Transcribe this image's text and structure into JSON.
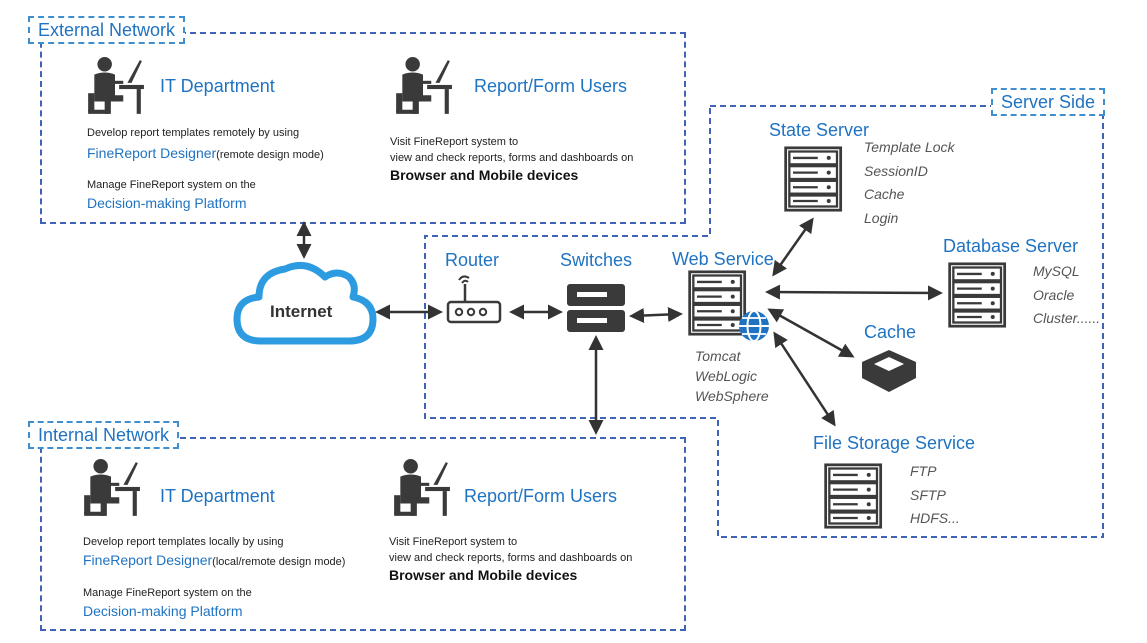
{
  "external_network": {
    "tag": "External Network",
    "it_department": {
      "title": "IT Department",
      "line1": "Develop report templates remotely by using",
      "designer_link": "FineReport Designer",
      "designer_suffix": "(remote design mode)",
      "line2": "Manage FineReport system on the",
      "platform_link": "Decision-making Platform"
    },
    "users": {
      "title": "Report/Form Users",
      "line1": "Visit FineReport system to",
      "line2": "view and check reports, forms and dashboards on",
      "line3": "Browser and Mobile devices"
    }
  },
  "internal_network": {
    "tag": "Internal Network",
    "it_department": {
      "title": "IT Department",
      "line1": "Develop report templates locally by using",
      "designer_link": "FineReport Designer",
      "designer_suffix": "(local/remote design mode)",
      "line2": "Manage FineReport system on the",
      "platform_link": "Decision-making Platform"
    },
    "users": {
      "title": "Report/Form Users",
      "line1": "Visit FineReport system to",
      "line2": "view and check reports, forms and dashboards on",
      "line3": "Browser and Mobile devices"
    }
  },
  "internet": {
    "label": "Internet"
  },
  "router": {
    "label": "Router"
  },
  "switches": {
    "label": "Switches"
  },
  "web_service": {
    "label": "Web Service",
    "items": [
      "Tomcat",
      "WebLogic",
      "WebSphere"
    ]
  },
  "server_side": {
    "tag": "Server Side",
    "state_server": {
      "title": "State Server",
      "items": [
        "Template Lock",
        "SessionID",
        "Cache",
        "Login"
      ]
    },
    "database_server": {
      "title": "Database Server",
      "items": [
        "MySQL",
        "Oracle",
        "Cluster......"
      ]
    },
    "cache": {
      "title": "Cache"
    },
    "file_storage": {
      "title": "File Storage Service",
      "items": [
        "FTP",
        "SFTP",
        "HDFS..."
      ]
    }
  },
  "colors": {
    "accent_blue": "#1f73c2",
    "cloud_blue": "#2d9be0",
    "dash_blue": "#3f63b5",
    "icon_dark": "#3a3a3a"
  },
  "icons": [
    "person-at-desk-icon",
    "cloud-icon",
    "router-icon",
    "switch-icon",
    "server-rack-icon",
    "globe-icon",
    "cube-icon"
  ]
}
